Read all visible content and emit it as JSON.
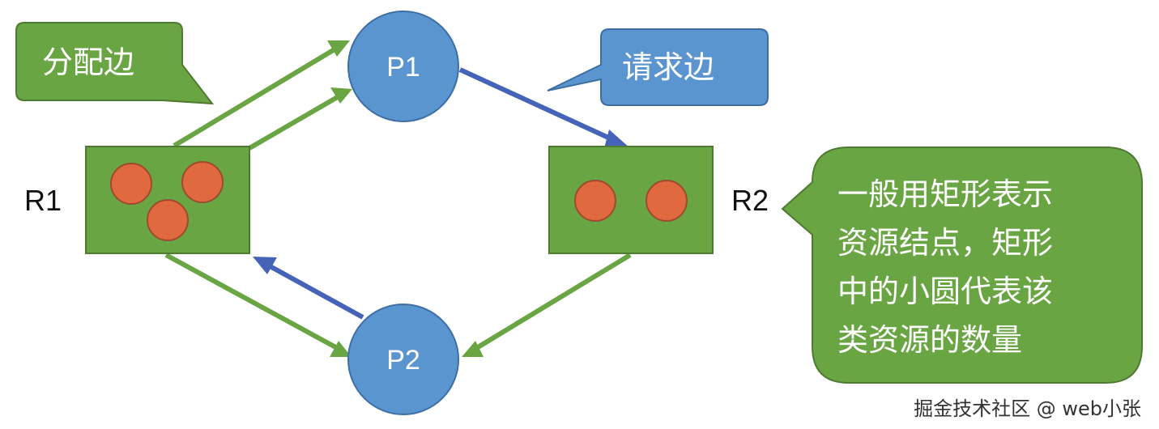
{
  "title": "",
  "colors": {
    "green": "#6aa543",
    "green_dark": "#4f7a32",
    "blue": "#4a7fbf",
    "blue_circle": "#5b95cf",
    "blue_edge": "#4563b8",
    "red": "#e0693f"
  },
  "nodes": {
    "p1": "P1",
    "p2": "P2"
  },
  "resources": {
    "r1": {
      "label": "R1",
      "units": 3
    },
    "r2": {
      "label": "R2",
      "units": 2
    }
  },
  "callouts": {
    "assign_edge": "分配边",
    "request_edge": "请求边"
  },
  "note": {
    "lines": [
      "一般用矩形表示",
      "资源结点，矩形",
      "中的小圆代表该",
      "类资源的数量"
    ]
  },
  "watermark": "掘金技术社区 @ web小张"
}
